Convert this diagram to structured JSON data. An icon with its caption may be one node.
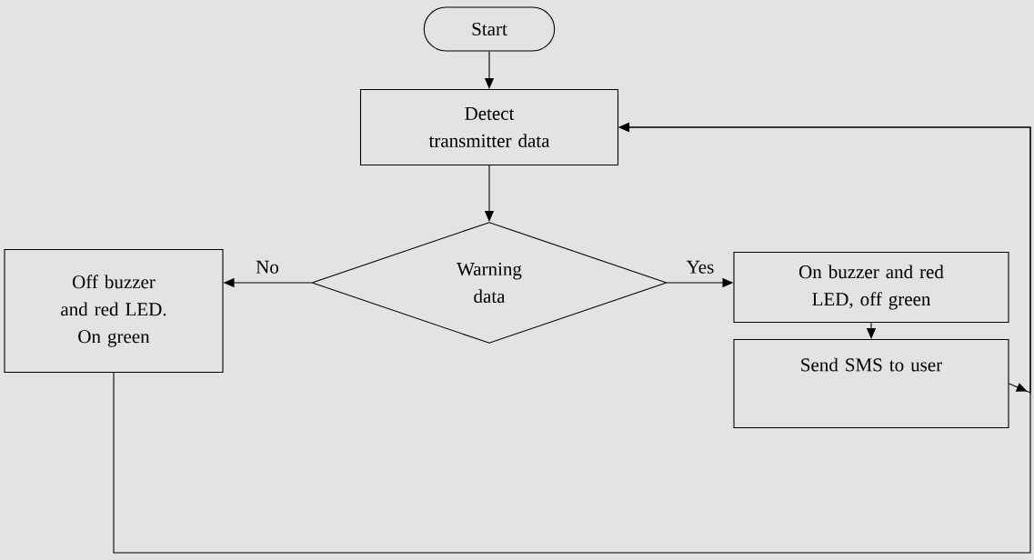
{
  "diagram": {
    "nodes": [
      {
        "text": [
          "Start"
        ]
      },
      {
        "text": [
          "Detect transmitter data"
        ]
      },
      {
        "text": [
          "Warning data"
        ]
      },
      {
        "text": [
          "Off buzzer and red LED. On green"
        ]
      },
      {
        "text": [
          "On buzzer and red LED, off green"
        ]
      },
      {
        "text": [
          "Send SMS to user"
        ]
      }
    ],
    "edges": [
      {
        "from": 0,
        "to": 1,
        "arrow": "to"
      },
      {
        "from": 1,
        "to": 2,
        "arrow": "to"
      },
      {
        "from": 2,
        "to": 3,
        "arrow": "to",
        "label": "No"
      },
      {
        "from": 2,
        "to": 4,
        "arrow": "to",
        "label": "Yes"
      },
      {
        "from": 4,
        "to": 5,
        "arrow": "to"
      },
      {
        "from": 5,
        "to": 1,
        "arrow": "to"
      },
      {
        "from": 3,
        "to": 1,
        "arrow": "to"
      }
    ]
  }
}
